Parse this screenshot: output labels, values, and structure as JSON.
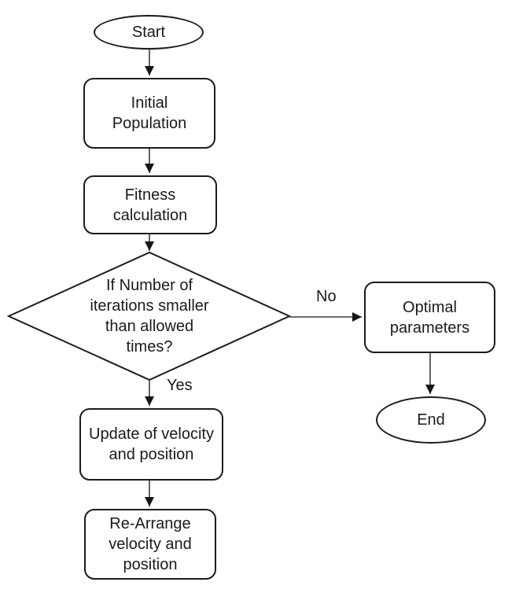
{
  "diagram": {
    "type": "flowchart",
    "background": "#ffffff",
    "colors": {
      "node_stroke": "#1c1c1c",
      "arrow_line": "#3d3d3d",
      "arrow_head": "#161616",
      "text": "#1a1a1a"
    },
    "nodes": {
      "start": {
        "type": "terminator",
        "label": "Start"
      },
      "initial_population": {
        "type": "process",
        "label": "Initial\nPopulation"
      },
      "fitness_calculation": {
        "type": "process",
        "label": "Fitness\ncalculation"
      },
      "iteration_check": {
        "type": "decision",
        "label": "If Number of\niterations smaller\nthan allowed\ntimes?"
      },
      "update_velocity": {
        "type": "process",
        "label": "Update of velocity\nand position"
      },
      "rearrange_velocity": {
        "type": "process",
        "label": "Re-Arrange\nvelocity and\nposition"
      },
      "optimal_parameters": {
        "type": "process",
        "label": "Optimal\nparameters"
      },
      "end": {
        "type": "terminator",
        "label": "End"
      }
    },
    "edges": {
      "connections": [
        {
          "from": "start",
          "to": "initial_population"
        },
        {
          "from": "initial_population",
          "to": "fitness_calculation"
        },
        {
          "from": "fitness_calculation",
          "to": "iteration_check"
        },
        {
          "from": "iteration_check",
          "to": "update_velocity",
          "label": "Yes"
        },
        {
          "from": "iteration_check",
          "to": "optimal_parameters",
          "label": "No"
        },
        {
          "from": "update_velocity",
          "to": "rearrange_velocity"
        },
        {
          "from": "optimal_parameters",
          "to": "end"
        }
      ]
    }
  }
}
